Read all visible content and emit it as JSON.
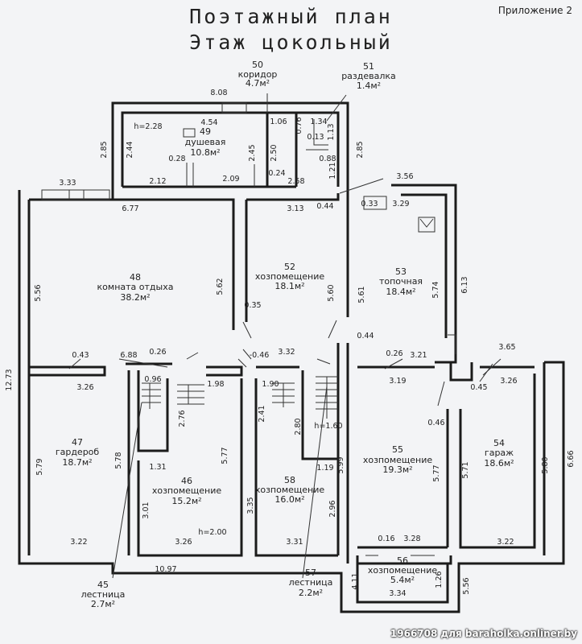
{
  "header": {
    "title": "Поэтажный план",
    "subtitle": "Этаж цокольный",
    "appendix": "Приложение 2"
  },
  "rooms": [
    {
      "id": "r45",
      "num": "45",
      "name": "лестница",
      "area": "2.7м²"
    },
    {
      "id": "r46",
      "num": "46",
      "name": "хозпомещение",
      "area": "15.2м²"
    },
    {
      "id": "r47",
      "num": "47",
      "name": "гардероб",
      "area": "18.7м²"
    },
    {
      "id": "r48",
      "num": "48",
      "name": "комната отдыха",
      "area": "38.2м²"
    },
    {
      "id": "r49",
      "num": "49",
      "name": "душевая",
      "area": "10.8м²"
    },
    {
      "id": "r50",
      "num": "50",
      "name": "коридор",
      "area": "4.7м²"
    },
    {
      "id": "r51",
      "num": "51",
      "name": "раздевалка",
      "area": "1.4м²"
    },
    {
      "id": "r52",
      "num": "52",
      "name": "хозпомещение",
      "area": "18.1м²"
    },
    {
      "id": "r53",
      "num": "53",
      "name": "топочная",
      "area": "18.4м²"
    },
    {
      "id": "r54",
      "num": "54",
      "name": "гараж",
      "area": "18.6м²"
    },
    {
      "id": "r55",
      "num": "55",
      "name": "хозпомещение",
      "area": "19.3м²"
    },
    {
      "id": "r56",
      "num": "56",
      "name": "хозпомещение",
      "area": "5.4м²"
    },
    {
      "id": "r57",
      "num": "57",
      "name": "лестница",
      "area": "2.2м²"
    },
    {
      "id": "r58",
      "num": "58",
      "name": "хозпомещение",
      "area": "16.0м²"
    }
  ],
  "dimensions": [
    "8.08",
    "2.85",
    "2.44",
    "h=2.28",
    "4.54",
    "0.28",
    "2.12",
    "2.09",
    "2.45",
    "2.50",
    "1.06",
    "0.76",
    "1.34",
    "1.13",
    "0.13",
    "0.88",
    "0.24",
    "2.58",
    "1.21",
    "2.85",
    "3.33",
    "6.77",
    "3.13",
    "0.44",
    "0.33",
    "3.56",
    "3.29",
    "5.56",
    "5.62",
    "0.35",
    "5.60",
    "5.61",
    "5.74",
    "6.13",
    "0.44",
    "0.43",
    "6.88",
    "0.26",
    "-0.46",
    "3.32",
    "0.26",
    "3.21",
    "3.65",
    "12.73",
    "3.26",
    "0.96",
    "1.98",
    "1.90",
    "3.19",
    "3.26",
    "0.45",
    "2.76",
    "2.41",
    "2.80",
    "h=1.60",
    "0.46",
    "5.79",
    "5.78",
    "1.31",
    "5.77",
    "5.99",
    "5.77",
    "5.71",
    "5.80",
    "6.66",
    "3.01",
    "3.35",
    "1.19",
    "2.96",
    "h=2.00",
    "3.22",
    "3.26",
    "3.31",
    "0.16",
    "3.28",
    "3.22",
    "10.97",
    "4.11",
    "1.26",
    "5.56",
    "3.34"
  ],
  "watermark": "1966708 для baraholka.onliner.by"
}
